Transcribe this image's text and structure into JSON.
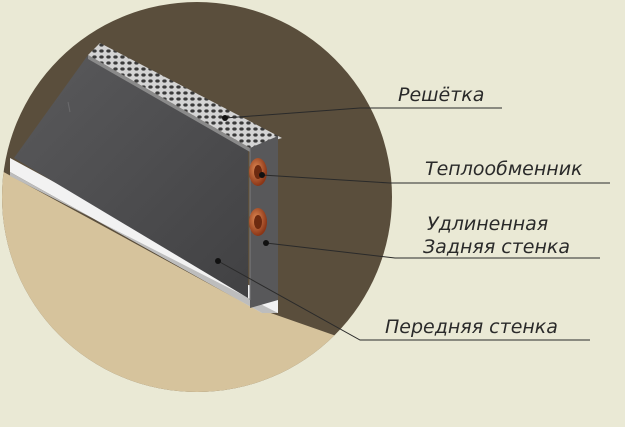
{
  "colors": {
    "background": "#eae9d5",
    "wall": "#5a4e3c",
    "floor": "#d6c39c",
    "panel": "#4c4c4e",
    "grille": "#c9c9c9",
    "pipe": "#b5532a",
    "leader_line": "#2a2a2a"
  },
  "labels": {
    "grille": "Решётка",
    "heat_exchanger": "Теплообменник",
    "extended_line1": "Удлиненная",
    "extended_line2": "Задняя стенка",
    "front_wall": "Передняя стенка"
  }
}
